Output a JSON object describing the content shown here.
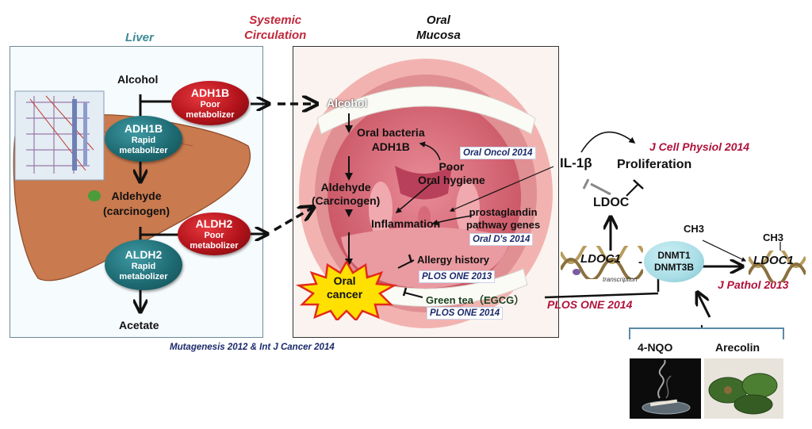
{
  "headers": {
    "liver": "Liver",
    "systemic": "Systemic\nCirculation",
    "oral": "Oral\nMucosa"
  },
  "liver": {
    "alcohol": "Alcohol",
    "aldehyde": "Aldehyde\n(carcinogen)",
    "acetate": "Acetate",
    "adh1b_poor": {
      "name": "ADH1B",
      "desc": "Poor\nmetabolizer"
    },
    "adh1b_rapid": {
      "name": "ADH1B",
      "desc": "Rapid\nmetabolizer"
    },
    "aldh2_poor": {
      "name": "ALDH2",
      "desc": "Poor\nmetabolizer"
    },
    "aldh2_rapid": {
      "name": "ALDH2",
      "desc": "Rapid\nmetabolizer"
    }
  },
  "oral": {
    "alcohol": "Alcohol",
    "bacteria": "Oral bacteria\nADH1B",
    "poor_hygiene": "Poor\nOral hygiene",
    "aldehyde": "Aldehyde\n(Carcinogen)",
    "inflammation": "Inflammation",
    "prostaglandin": "prostaglandin\npathway genes",
    "allergy": "Allergy history",
    "green_tea": "Green tea（EGCG）",
    "cancer": "Oral\ncancer"
  },
  "references": {
    "oral_oncol": "Oral Oncol 2014",
    "oral_ds": "Oral D's 2014",
    "plos1": "PLOS ONE 2013",
    "plos2": "PLOS ONE 2014",
    "plos3": "PLOS ONE 2014",
    "mutagenesis": "Mutagenesis 2012 & Int J Cancer 2014",
    "j_cell": "J Cell Physiol 2014",
    "j_pathol": "J Pathol 2013"
  },
  "right": {
    "il1b": "IL-1β",
    "proliferation": "Proliferation",
    "ldoc": "LDOC",
    "ldoc1_left": "LDOC1",
    "ldoc1_right": "LDOC1",
    "ch3_a": "CH3",
    "ch3_b": "CH3",
    "dnmt": "DNMT1\nDNMT3B",
    "transcription": "transcription",
    "nqo": "4-NQO",
    "arecolin": "Arecolin"
  },
  "colors": {
    "red_oval": "#b3131b",
    "teal_oval": "#1f6c74",
    "dnmt_oval": "#a9dde6",
    "ref_blue": "#1b2a6b",
    "ref_red": "#b0123a",
    "header_teal": "#3c8a96",
    "header_red": "#c0283a"
  }
}
